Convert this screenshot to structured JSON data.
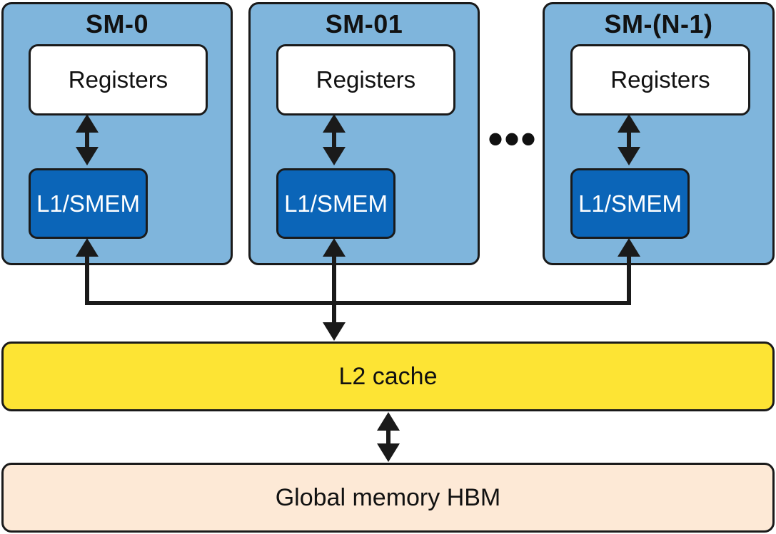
{
  "sms": [
    {
      "title": "SM-0",
      "registers": "Registers",
      "l1": "L1/SMEM"
    },
    {
      "title": "SM-01",
      "registers": "Registers",
      "l1": "L1/SMEM"
    },
    {
      "title": "SM-(N-1)",
      "registers": "Registers",
      "l1": "L1/SMEM"
    }
  ],
  "ellipsis": "•••",
  "l2": "L2 cache",
  "global_memory": "Global memory HBM",
  "colors": {
    "sm_fill": "#7fb5dc",
    "l1_fill": "#0b65b8",
    "l2_fill": "#fde434",
    "global_fill": "#fde9d6",
    "stroke": "#1a1a1a"
  }
}
